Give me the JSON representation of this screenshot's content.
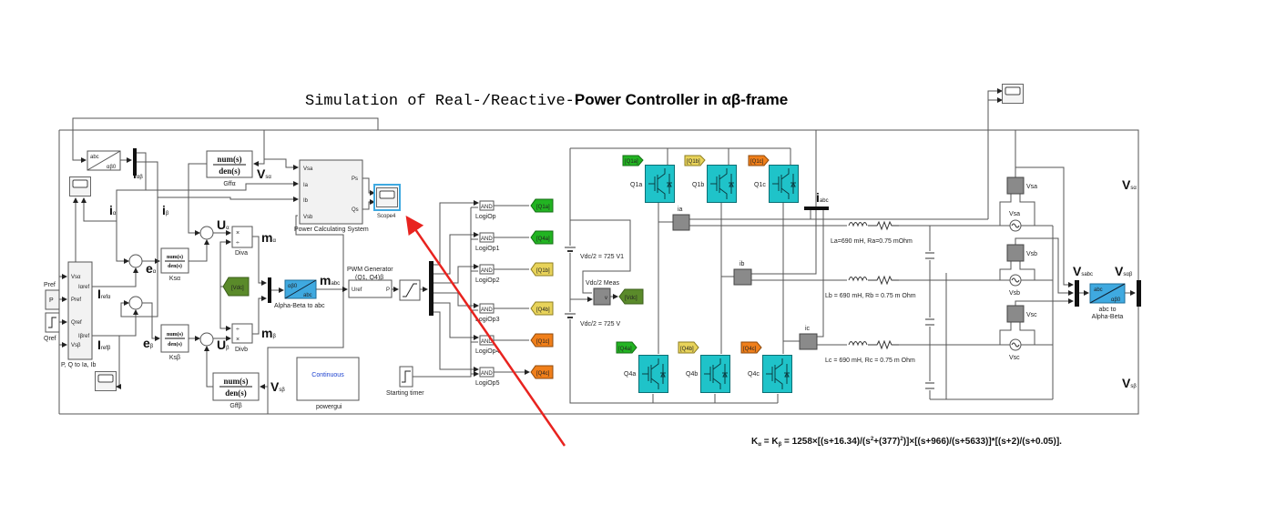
{
  "title": {
    "prefix": "Simulation of Real-/Reactive-",
    "bold": "Power Controller in αβ-frame"
  },
  "formula": {
    "k": "K",
    "a": "α",
    "eq1": " = K",
    "b": "β",
    "eq2": " = 1258×[(s+16.34)/(s",
    "sq1": "2",
    "mid": "+(377)",
    "sq2": "2",
    "rest": ")]×[(s+966)/(s+5633)]*[(s+2)/(s+0.05)]."
  },
  "colors": {
    "green_tag": "#22b422",
    "yellow_tag": "#e8d35a",
    "orange_tag": "#f07f1a",
    "vdc_tag": "#5a8a2a",
    "transform_block": "#3fa9e0",
    "igbt": "#1fc3c9",
    "measurement": "#8a8a8a",
    "annotation_arrow": "#e8231f"
  },
  "blocks": {
    "abc_ab0": {
      "top": "abc",
      "bottom": "αβ0"
    },
    "tf": {
      "num": "num(s)",
      "den": "den(s)"
    },
    "gffa": "Gffα",
    "gffb": "Gffβ",
    "ksa": "Ksα",
    "ksb": "Ksβ",
    "power_calc": {
      "label": "Power Calculating System",
      "ports_in": [
        "Vsa",
        "Ia",
        "Ib",
        "Vsb"
      ],
      "ports_out": [
        "Ps",
        "Qs"
      ]
    },
    "scope4": "Scope4",
    "pq": {
      "label": "P, Q to Ia, Ib",
      "ports_in": [
        "Vsα",
        "Pref",
        "Qref",
        "Vsβ"
      ],
      "ports_out": [
        "Iαref",
        "Iβref"
      ]
    },
    "pref_label": "Pref",
    "p_const": "P",
    "qref_label": "Qref",
    "diva": "Diva",
    "divb": "Divb",
    "mul": "×",
    "div": "÷",
    "vdc_tag": "[Vdc]",
    "ab_abc": {
      "label": "Alpha-Beta to abc",
      "top": "αβ0",
      "bottom": "abc"
    },
    "pwm": {
      "title1": "PWM Generator",
      "title2": "(Q1, Q4)β",
      "in": "Uref",
      "out": "P"
    },
    "powergui": {
      "label": "powergui",
      "mode": "Continuous"
    },
    "timer": "Starting timer",
    "and": "AND",
    "logic": [
      "LogiOp",
      "LogiOp1",
      "LogiOp2",
      "LogiOp3",
      "LogiOp4",
      "LogiOp5"
    ],
    "gotos": [
      "[Q1a]",
      "[Q4a]",
      "[Q1b]",
      "[Q4b]",
      "[Q1c]",
      "[Q4c]"
    ],
    "switches_top": [
      "Q1a",
      "Q1b",
      "Q1c"
    ],
    "switches_bottom": [
      "Q4a",
      "Q4b",
      "Q4c"
    ],
    "dc1": "Vdc/2 = 725 V1",
    "dc2": "Vdc/2 = 725 V",
    "vdc_meas": "Vdc/2 Meas",
    "v_port": "v",
    "currents": [
      "ia",
      "ib",
      "ic"
    ],
    "lines": [
      "La=690 mH, Ra=0.75 mOhm",
      "Lb = 690 mH, Rb = 0.75 m Ohm",
      "Lc = 690 mH, Rc = 0.75 m Ohm"
    ],
    "vmeas": [
      "Vsa",
      "Vsb",
      "Vsc"
    ],
    "sources": [
      "Vsa",
      "Vsb",
      "Vsc"
    ],
    "abc_ab": {
      "label1": "abc to",
      "label2": "Alpha-Beta",
      "top": "abc",
      "bottom": "αβ0"
    }
  },
  "signals": {
    "i_ab": [
      "i",
      "αβ"
    ],
    "vsa": [
      "V",
      "sα"
    ],
    "ia": [
      "i",
      "α"
    ],
    "ib": [
      "i",
      "β"
    ],
    "ua": [
      "U",
      "α"
    ],
    "ma": [
      "m",
      "α"
    ],
    "ea": [
      "e",
      "α"
    ],
    "irefa": [
      "I",
      "refα"
    ],
    "irefb": [
      "I",
      "refβ"
    ],
    "eb": [
      "e",
      "β"
    ],
    "ub": [
      "U",
      "β"
    ],
    "mb": [
      "m",
      "β"
    ],
    "vsb": [
      "V",
      "sβ"
    ],
    "mabc": [
      "m",
      "abc"
    ],
    "iabc": [
      "i",
      "abc"
    ],
    "vsabc": [
      "V",
      "sabc"
    ],
    "vsab": [
      "V",
      "sαβ"
    ],
    "vsa_r": [
      "V",
      "sα"
    ],
    "vsb_r": [
      "V",
      "sβ"
    ]
  }
}
